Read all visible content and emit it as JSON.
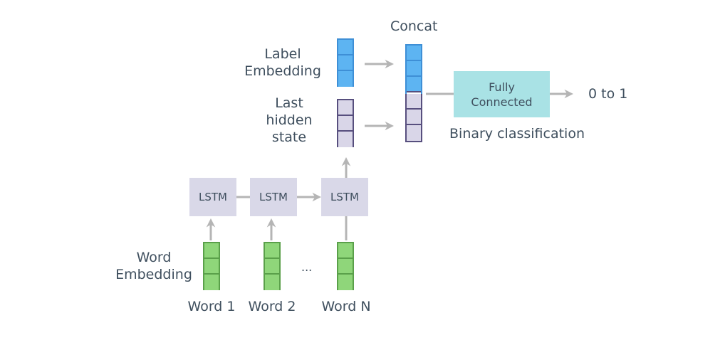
{
  "labels": {
    "concat": "Concat",
    "label_embedding": [
      "Label",
      "Embedding"
    ],
    "last_hidden_state": [
      "Last",
      "hidden",
      "state"
    ],
    "word_embedding": [
      "Word",
      "Embedding"
    ],
    "fully_connected": [
      "Fully",
      "Connected"
    ],
    "binary_classification": "Binary classification",
    "output": "0 to 1",
    "ellipsis": "...",
    "lstm": [
      "LSTM",
      "LSTM",
      "LSTM"
    ],
    "words": [
      "Word 1",
      "Word 2",
      "Word N"
    ]
  },
  "colors": {
    "arrow": "#b5b5b5",
    "label_embedding": "#5db4f2",
    "hidden_state": "#d9d6e8",
    "word_embedding": "#8fd67a",
    "lstm_box": "#d9d8e8",
    "fully_connected": "#a9e2e5",
    "text": "#3f4f5e"
  }
}
